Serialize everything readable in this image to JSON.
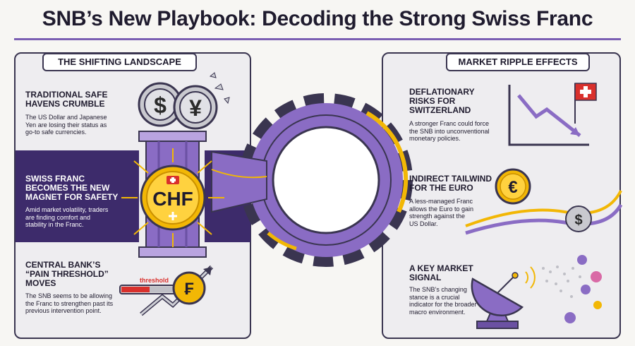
{
  "title": "SNB’s New Playbook: Decoding the Strong Swiss Franc",
  "left": {
    "tab": "THE SHIFTING LANDSCAPE",
    "sections": [
      {
        "heading1": "TRADITIONAL SAFE",
        "heading2": "HAVENS CRUMBLE",
        "body1": "The US Dollar and Japanese",
        "body2": "Yen are losing their status as",
        "body3": "go-to safe currencies."
      },
      {
        "heading1": "SWISS FRANC",
        "heading2": "BECOMES THE NEW",
        "heading3": "MAGNET FOR SAFETY",
        "body1": "Amid market volatility, traders",
        "body2": "are finding comfort and",
        "body3": "stability in the Franc."
      },
      {
        "heading1": "CENTRAL BANK’S",
        "heading2": "“PAIN THRESHOLD”",
        "heading3": "MOVES",
        "body1": "The SNB seems to be allowing",
        "body2": "the Franc to strengthen past its",
        "body3": "previous intervention point."
      }
    ],
    "threshold_label": "threshold",
    "chf_label": "CHF",
    "dollar_symbol": "$",
    "yen_symbol": "¥",
    "franc_symbol": "₣"
  },
  "right": {
    "tab": "MARKET RIPPLE EFFECTS",
    "sections": [
      {
        "heading1": "DEFLATIONARY",
        "heading2": "RISKS FOR",
        "heading3": "SWITZERLAND",
        "body1": "A stronger Franc could force",
        "body2": "the SNB into unconventional",
        "body3": "monetary policies."
      },
      {
        "heading1": "INDIRECT TAILWIND",
        "heading2": "FOR THE EURO",
        "body1": "A less-managed Franc",
        "body2": "allows the Euro to gain",
        "body3": "strength against the",
        "body4": "US Dollar."
      },
      {
        "heading1": "A KEY MARKET",
        "heading2": "SIGNAL",
        "body1": "The SNB’s changing",
        "body2": "stance is a crucial",
        "body3": "indicator for the broader",
        "body4": "macro environment."
      }
    ],
    "euro_symbol": "€",
    "dollar_symbol": "$"
  },
  "colors": {
    "purple": "#7b5fb3",
    "dark_purple": "#3d2b6b",
    "gold": "#f2b705",
    "red": "#d9302c"
  }
}
